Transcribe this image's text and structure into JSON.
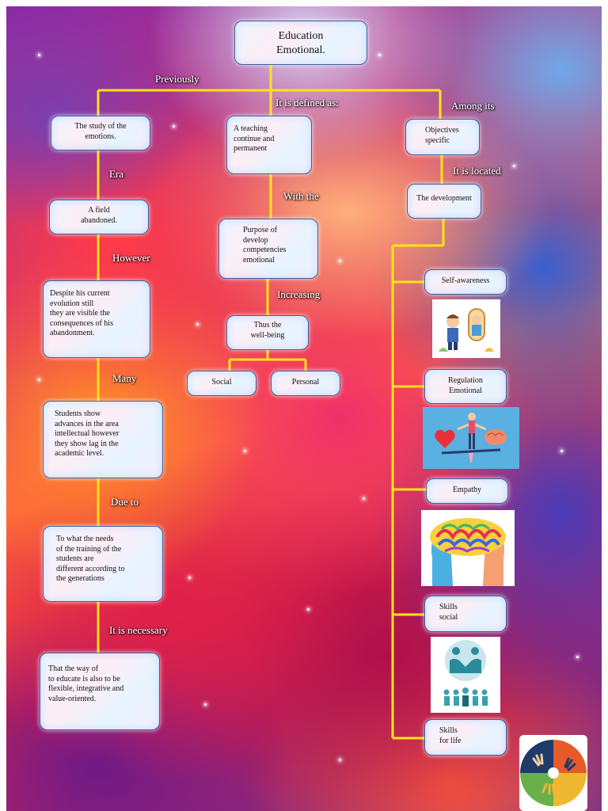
{
  "nodes": {
    "title": "Education\nEmotional.",
    "study": "The study of the\nemotions.",
    "field": "A field\nabandoned.",
    "despite": "Despite his current\nevolution still\n they are visible the\nconsequences of his\n abandonment.",
    "students": "Students show\n advances in the area\nintellectual however\nthey show lag in the\n academic level.",
    "needs": "To what the needs\n of the training of the\nstudents are\ndifferent according to\nthe generations",
    "way": "That the way of\nto educate is also to be\nflexible, integrative and\nvalue-oriented.",
    "teaching": "A teaching\n continue and\npermanent",
    "purpose": "Purpose of\ndevelop\ncompetencies\nemotional",
    "wellbeing": "Thus the\nwell-being",
    "social": "Social",
    "personal": "Personal",
    "objectives": "Objectives\nspecific",
    "development": "The development",
    "selfawareness": "Self-awareness",
    "regulation": "Regulation\nEmotional",
    "empathy": "Empathy",
    "skills_social": "Skills\n social",
    "skills_life": "Skills\nfor life"
  },
  "labels": {
    "previously": "Previously",
    "defined": "It is defined as:",
    "among": "Among its",
    "era": "Era",
    "located": "It is located",
    "with_the": "With the",
    "however": "However",
    "increasing": "Increasing",
    "many": "Many",
    "due_to": "Due to",
    "necessary": "It is necessary"
  },
  "colors": {
    "connector": "#ffe21a",
    "box_border": "#3a5fa0",
    "label_text": "#ffffff"
  },
  "icons": [
    "two-people-mirror-illustration",
    "heart-brain-balance-illustration",
    "two-heads-colorful-brain-illustration",
    "people-handshake-group-icon",
    "hands-puzzle-logo"
  ]
}
